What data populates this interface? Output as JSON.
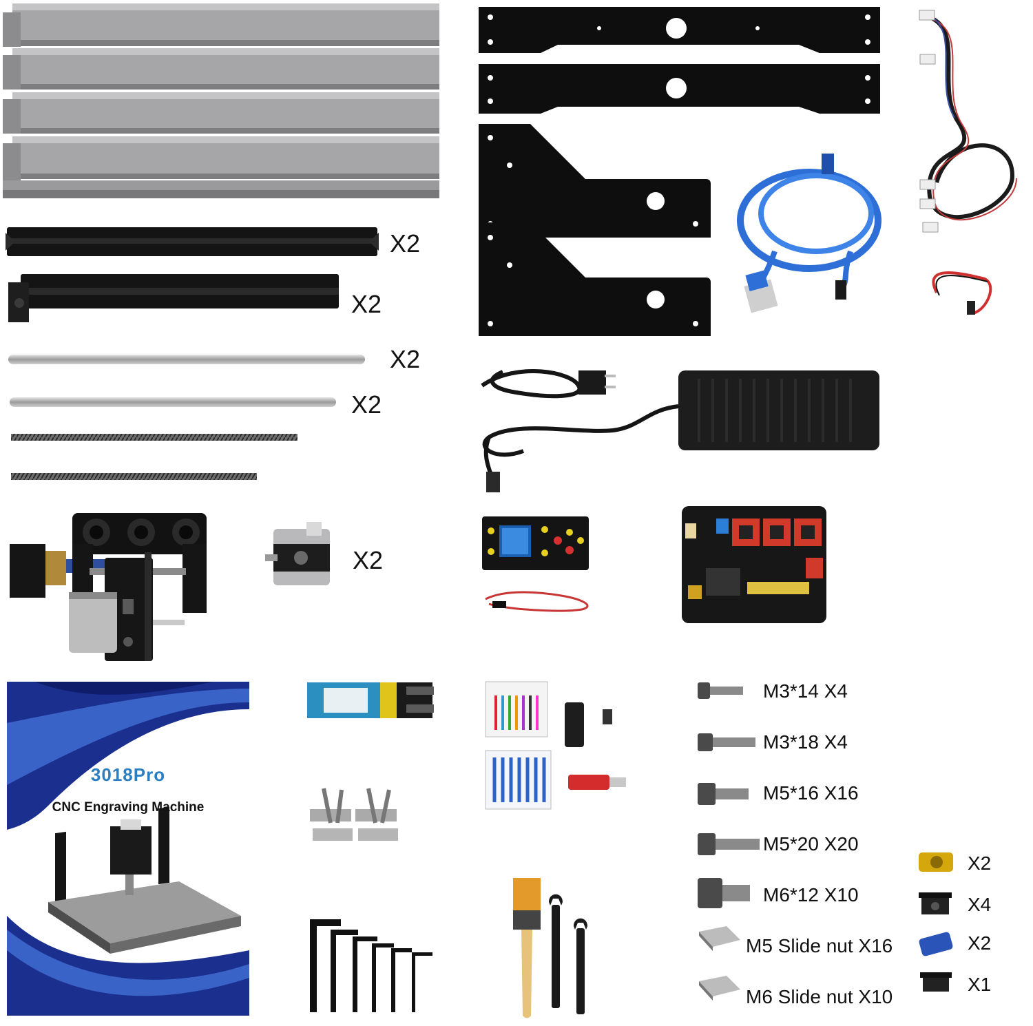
{
  "quantities": {
    "black_profile_long": "X2",
    "black_profile_short": "X2",
    "rod_long": "X2",
    "rod_short": "X2",
    "stepper_motor": "X2"
  },
  "manual": {
    "title": "3018Pro",
    "subtitle": "CNC Engraving Machine"
  },
  "screws": [
    {
      "label": "M3*14 X4"
    },
    {
      "label": "M3*18 X4"
    },
    {
      "label": "M5*16 X16"
    },
    {
      "label": "M5*20 X20"
    },
    {
      "label": "M6*12 X10"
    },
    {
      "label": "M5 Slide nut X16"
    },
    {
      "label": "M6 Slide nut X10"
    }
  ],
  "small_parts": [
    {
      "label": "X2",
      "color": "#d4a80c"
    },
    {
      "label": "X4",
      "color": "#222222"
    },
    {
      "label": "X2",
      "color": "#2b54b8"
    },
    {
      "label": "X1",
      "color": "#222222"
    }
  ],
  "colors": {
    "aluminum": "#a8a8aa",
    "black_part": "#111111",
    "usb_cable": "#2d6fd6",
    "driver_red": "#d13a2a"
  }
}
